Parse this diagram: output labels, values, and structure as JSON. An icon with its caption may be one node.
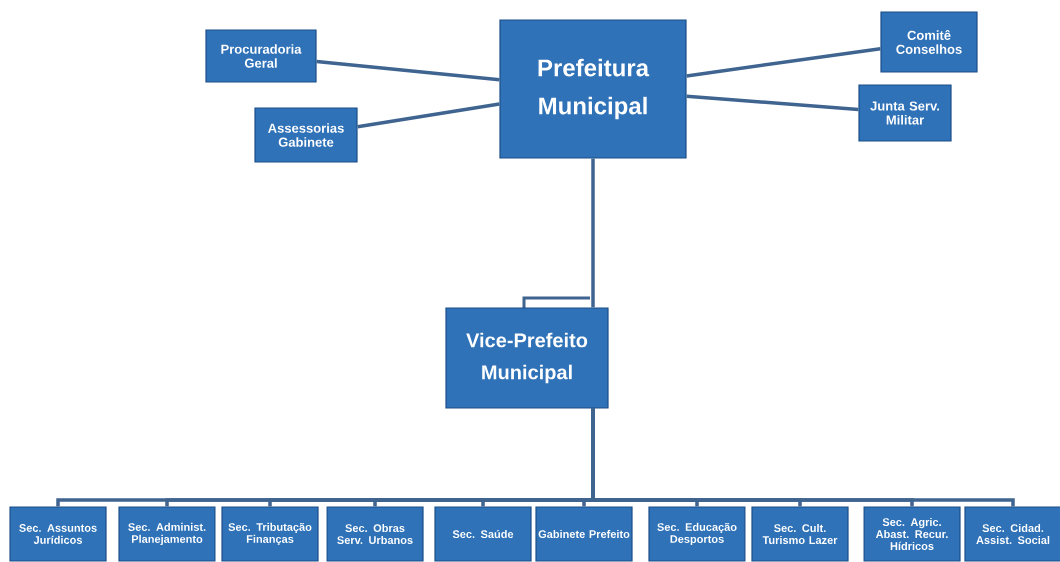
{
  "diagram": {
    "nodes": [
      {
        "text": [
          "Prefeitura Municipal"
        ]
      },
      {
        "text": [
          "Procuradoria Geral"
        ]
      },
      {
        "text": [
          "Assessorias Gabinete"
        ]
      },
      {
        "text": [
          "Comitê Conselhos"
        ]
      },
      {
        "text": [
          "Junta Serv. Militar"
        ]
      },
      {
        "text": [
          "Vice-Prefeito Municipal"
        ]
      },
      {
        "text": [
          "Sec. Assuntos Jurídicos"
        ]
      },
      {
        "text": [
          "Sec. Administ. Planejamento"
        ]
      },
      {
        "text": [
          "Sec. Tributação Finanças"
        ]
      },
      {
        "text": [
          "Sec. Obras Serv. Urbanos"
        ]
      },
      {
        "text": [
          "Sec. Saúde"
        ]
      },
      {
        "text": [
          "Gabinete Prefeito"
        ]
      },
      {
        "text": [
          "Sec. Educação Desportos"
        ]
      },
      {
        "text": [
          "Sec. Cult. Turismo Lazer"
        ]
      },
      {
        "text": [
          "Sec. Agric. Abast. Recur. Hídricos"
        ]
      },
      {
        "text": [
          "Sec. Cidad. Assist. Social"
        ]
      }
    ],
    "edges": [
      {
        "from": 0,
        "to": 1,
        "arrow": "none"
      },
      {
        "from": 0,
        "to": 2,
        "arrow": "none"
      },
      {
        "from": 0,
        "to": 3,
        "arrow": "none"
      },
      {
        "from": 0,
        "to": 4,
        "arrow": "none"
      },
      {
        "from": 0,
        "to": 5,
        "arrow": "none"
      },
      {
        "from": 5,
        "to": 6,
        "arrow": "none"
      },
      {
        "from": 5,
        "to": 7,
        "arrow": "none"
      },
      {
        "from": 5,
        "to": 8,
        "arrow": "none"
      },
      {
        "from": 5,
        "to": 9,
        "arrow": "none"
      },
      {
        "from": 5,
        "to": 10,
        "arrow": "none"
      },
      {
        "from": 5,
        "to": 11,
        "arrow": "none"
      },
      {
        "from": 5,
        "to": 12,
        "arrow": "none"
      },
      {
        "from": 5,
        "to": 13,
        "arrow": "none"
      },
      {
        "from": 5,
        "to": 14,
        "arrow": "none"
      },
      {
        "from": 5,
        "to": 15,
        "arrow": "none"
      }
    ]
  }
}
